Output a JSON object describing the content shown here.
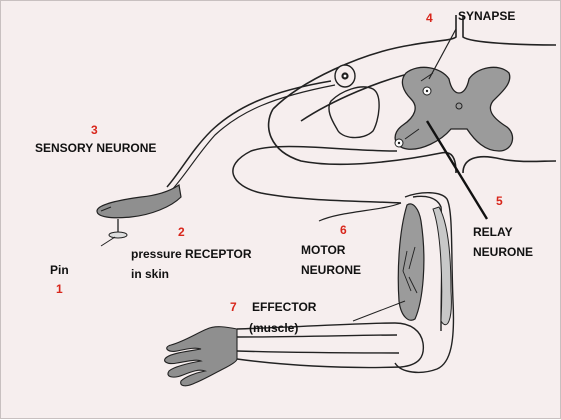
{
  "colors": {
    "background": "#f6eeee",
    "outline": "#222222",
    "grey_matter": "#9b9b9b",
    "skin": "#8f8f8f",
    "number_red": "#d8261b"
  },
  "numbers": {
    "n1": "1",
    "n2": "2",
    "n3": "3",
    "n4": "4",
    "n5": "5",
    "n6": "6",
    "n7": "7"
  },
  "labels": {
    "synapse": "SYNAPSE",
    "sensory_neurone": "SENSORY NEURONE",
    "pressure_receptor_line1": "pressure RECEPTOR",
    "pressure_receptor_line2": "in skin",
    "pin": "Pin",
    "relay_line1": "RELAY",
    "relay_line2": "NEURONE",
    "motor_line1": "MOTOR",
    "motor_line2": "NEURONE",
    "effector_line1": "EFFECTOR",
    "effector_line2": "(muscle)"
  }
}
